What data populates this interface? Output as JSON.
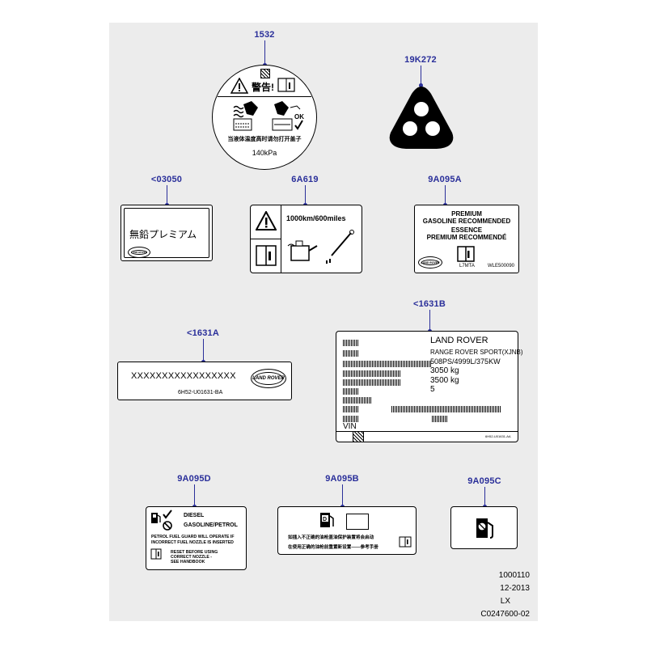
{
  "refs": {
    "r1532": "1532",
    "r19k272": "19K272",
    "r03050": "<03050",
    "r6a619": "6A619",
    "r9a095a": "9A095A",
    "r1631a": "<1631A",
    "r1631b": "<1631B",
    "r9a095d": "9A095D",
    "r9a095b": "9A095B",
    "r9a095c": "9A095C"
  },
  "label_1532": {
    "warning": "警告!",
    "ok": "OK",
    "chinese_line": "当液体温度高时请勿打开盖子",
    "pressure": "140kPa"
  },
  "label_03050": {
    "text": "無鉛プレミアム",
    "logo": "LAND ROVER"
  },
  "label_6a619": {
    "interval": "1000km/600miles"
  },
  "label_9a095a": {
    "line1": "PREMIUM",
    "line2": "GASOLINE RECOMMENDED",
    "line3": "ESSENCE",
    "line4": "PREMIUM RECOMMENDÉ",
    "code1": "L7MTA",
    "code2": "WLE500090",
    "logo": "LAND ROVER"
  },
  "label_1631a": {
    "vin": "XXXXXXXXXXXXXXXXX",
    "part": "6H52-U01631-BA",
    "logo": "LAND ROVER"
  },
  "label_1631b": {
    "make": "LAND ROVER",
    "model": "RANGE ROVER SPORT(XJNB)",
    "power": "508PS/4999L/375KW",
    "gvw": "3050 kg",
    "gtw": "3500 kg",
    "seats": "5",
    "vin": "VIN",
    "code": "6H52-U01631-AA"
  },
  "label_9a095d": {
    "diesel": "DIESEL",
    "gasoline": "GASOLINE/PETROL",
    "guard1": "PETROL FUEL GUARD WILL OPERATE IF",
    "guard2": "INCORRECT FUEL NOZZLE IS INSERTED",
    "reset1": "RESET BEFORE USING",
    "reset2": "CORRECT  NOZZLE -",
    "reset3": "SEE HANDBOOK"
  },
  "label_9a095b": {
    "line1": "如插入不正确的油枪盖油保护装置将会启动",
    "line2": "在使用正确的油枪前重置新设置——参考手册"
  },
  "footer": {
    "l1": "1000110",
    "l2": "12-2013",
    "l3": "LX",
    "l4": "C0247600-02"
  }
}
